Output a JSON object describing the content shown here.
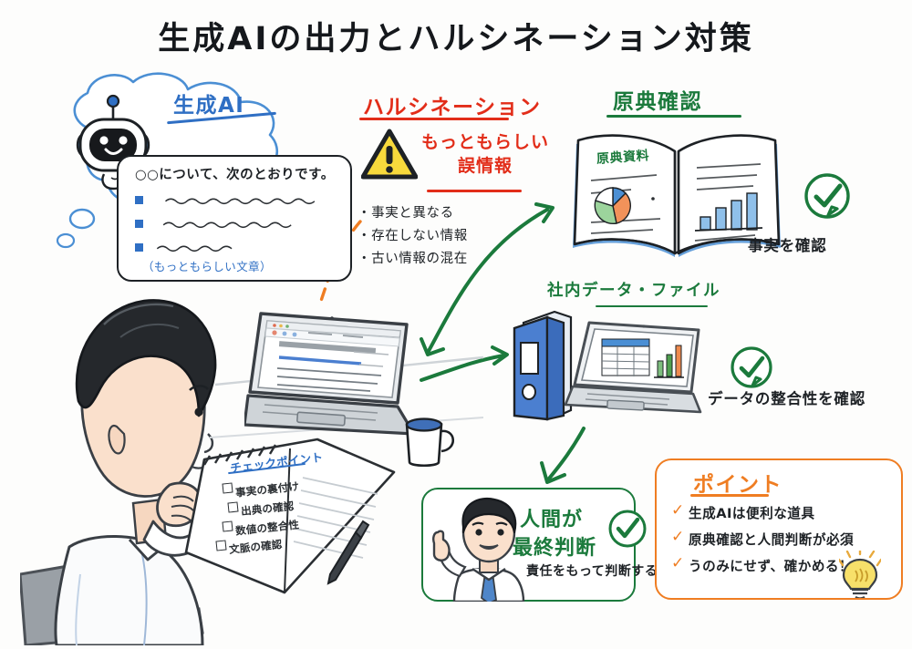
{
  "title": "生成AIの出力とハルシネーション対策",
  "ai_bubble": {
    "label": "生成AI",
    "robot_icon": "robot-icon",
    "answer_heading": "○○について、次のとおりです。",
    "bullets": [
      "",
      "",
      ""
    ],
    "note": "（もっともらしい文章）"
  },
  "hallucination": {
    "title": "ハルシネーション",
    "warning_icon": "warning-triangle-icon",
    "subtitle_line1": "もっともらしい",
    "subtitle_line2": "誤情報",
    "items": [
      "・事実と異なる",
      "・存在しない情報",
      "・古い情報の混在"
    ]
  },
  "source_check": {
    "title": "原典確認",
    "book_label": "原典資料",
    "check_icon": "check-circle-icon",
    "caption": "事実を確認"
  },
  "internal_data": {
    "title": "社内データ・ファイル",
    "binder_icon": "binder-icon",
    "laptop_icon": "laptop-icon",
    "check_icon": "check-circle-icon",
    "caption": "データの整合性を確認"
  },
  "human_decision": {
    "line1": "人間が",
    "line2": "最終判断",
    "check_icon": "check-circle-icon",
    "sub": "責任をもって判断する",
    "person_icon": "person-pointing-icon"
  },
  "points": {
    "title": "ポイント",
    "check_mark": "✓",
    "items": [
      "生成AIは便利な道具",
      "原典確認と人間判断が必須",
      "うのみにせず、確かめる！"
    ],
    "bulb_icon": "lightbulb-icon"
  },
  "notebook": {
    "title": "チェックポイント",
    "items": [
      "事実の裏付け",
      "出典の確認",
      "数値の整合性",
      "文脈の確認"
    ],
    "pen_icon": "pen-icon"
  },
  "scene": {
    "person_icon": "person-thinking-icon",
    "laptop_icon": "laptop-icon",
    "mug_icon": "coffee-mug-icon",
    "chair_icon": "office-chair-icon"
  },
  "arrows": {
    "hallucination_to_laptop": "dashed-orange-arrow",
    "book_to_left": "green-double-arrow",
    "to_binder": "green-arrow-right",
    "to_human": "green-arrow-down"
  },
  "colors": {
    "red": "#e22d19",
    "green": "#1b7a3c",
    "blue": "#2f6fc4",
    "orange": "#ef7d22",
    "ink": "#1d2125",
    "yellow": "#f7d93c"
  }
}
